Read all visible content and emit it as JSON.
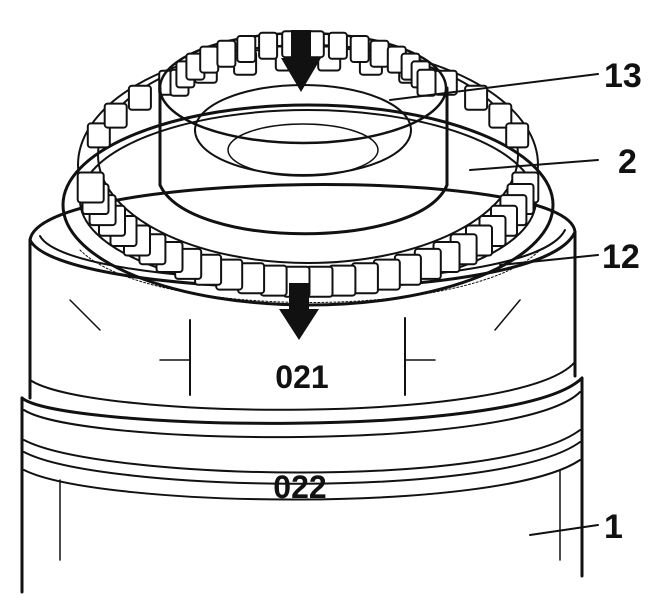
{
  "callouts": [
    {
      "id": "c13",
      "text": "13"
    },
    {
      "id": "c2",
      "text": "2"
    },
    {
      "id": "c12",
      "text": "12"
    },
    {
      "id": "c1",
      "text": "1"
    }
  ],
  "part_marks": {
    "upper": "021",
    "lower": "022"
  }
}
